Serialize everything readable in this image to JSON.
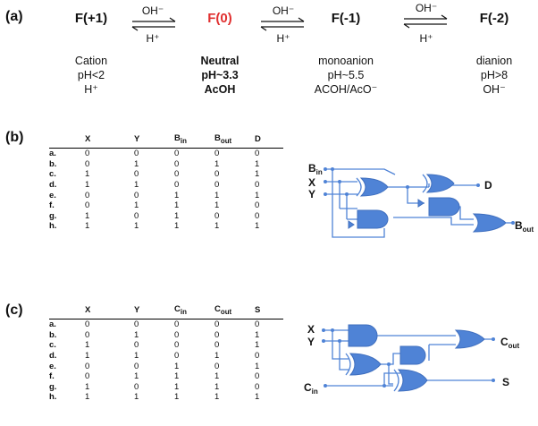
{
  "panel_a": {
    "label": "(a)",
    "species": [
      {
        "name": "F(+1)",
        "lines": [
          "Cation",
          "pH<2",
          "H⁺"
        ],
        "color": "#111111"
      },
      {
        "name": "F(0)",
        "lines": [
          "Neutral",
          "pH~3.3",
          "AcOH"
        ],
        "color": "#e03030"
      },
      {
        "name": "F(-1)",
        "lines": [
          "monoanion",
          "pH~5.5",
          "ACOH/AcO⁻"
        ],
        "color": "#111111"
      },
      {
        "name": "F(-2)",
        "lines": [
          "dianion",
          "pH>8",
          "OH⁻"
        ],
        "color": "#111111"
      }
    ],
    "arrow_top": "OH⁻",
    "arrow_bottom": "H⁺"
  },
  "panel_b": {
    "label": "(b)",
    "headers": [
      "",
      "X",
      "Y",
      "Bin",
      "Bout",
      "D"
    ],
    "rows": [
      [
        "a.",
        "0",
        "0",
        "0",
        "0",
        "0"
      ],
      [
        "b.",
        "0",
        "1",
        "0",
        "1",
        "1"
      ],
      [
        "c.",
        "1",
        "0",
        "0",
        "0",
        "1"
      ],
      [
        "d.",
        "1",
        "1",
        "0",
        "0",
        "0"
      ],
      [
        "e.",
        "0",
        "0",
        "1",
        "1",
        "1"
      ],
      [
        "f.",
        "0",
        "1",
        "1",
        "1",
        "0"
      ],
      [
        "g.",
        "1",
        "0",
        "1",
        "0",
        "0"
      ],
      [
        "h.",
        "1",
        "1",
        "1",
        "1",
        "1"
      ]
    ],
    "circuit": {
      "bin": "B",
      "bin_sub": "in",
      "x": "X",
      "y": "Y",
      "d": "D",
      "bout": "B",
      "bout_sub": "out"
    }
  },
  "panel_c": {
    "label": "(c)",
    "headers": [
      "",
      "X",
      "Y",
      "Cin",
      "Cout",
      "S"
    ],
    "rows": [
      [
        "a.",
        "0",
        "0",
        "0",
        "0",
        "0"
      ],
      [
        "b.",
        "0",
        "1",
        "0",
        "0",
        "1"
      ],
      [
        "c.",
        "1",
        "0",
        "0",
        "0",
        "1"
      ],
      [
        "d.",
        "1",
        "1",
        "0",
        "1",
        "0"
      ],
      [
        "e.",
        "0",
        "0",
        "1",
        "0",
        "1"
      ],
      [
        "f.",
        "0",
        "1",
        "1",
        "1",
        "0"
      ],
      [
        "g.",
        "1",
        "0",
        "1",
        "1",
        "0"
      ],
      [
        "h.",
        "1",
        "1",
        "1",
        "1",
        "1"
      ]
    ],
    "circuit": {
      "x": "X",
      "y": "Y",
      "cin": "C",
      "cin_sub": "in",
      "cout": "C",
      "cout_sub": "out",
      "s": "S"
    }
  },
  "colors": {
    "gate": "#4f83d6",
    "highlight": "#e03030"
  }
}
